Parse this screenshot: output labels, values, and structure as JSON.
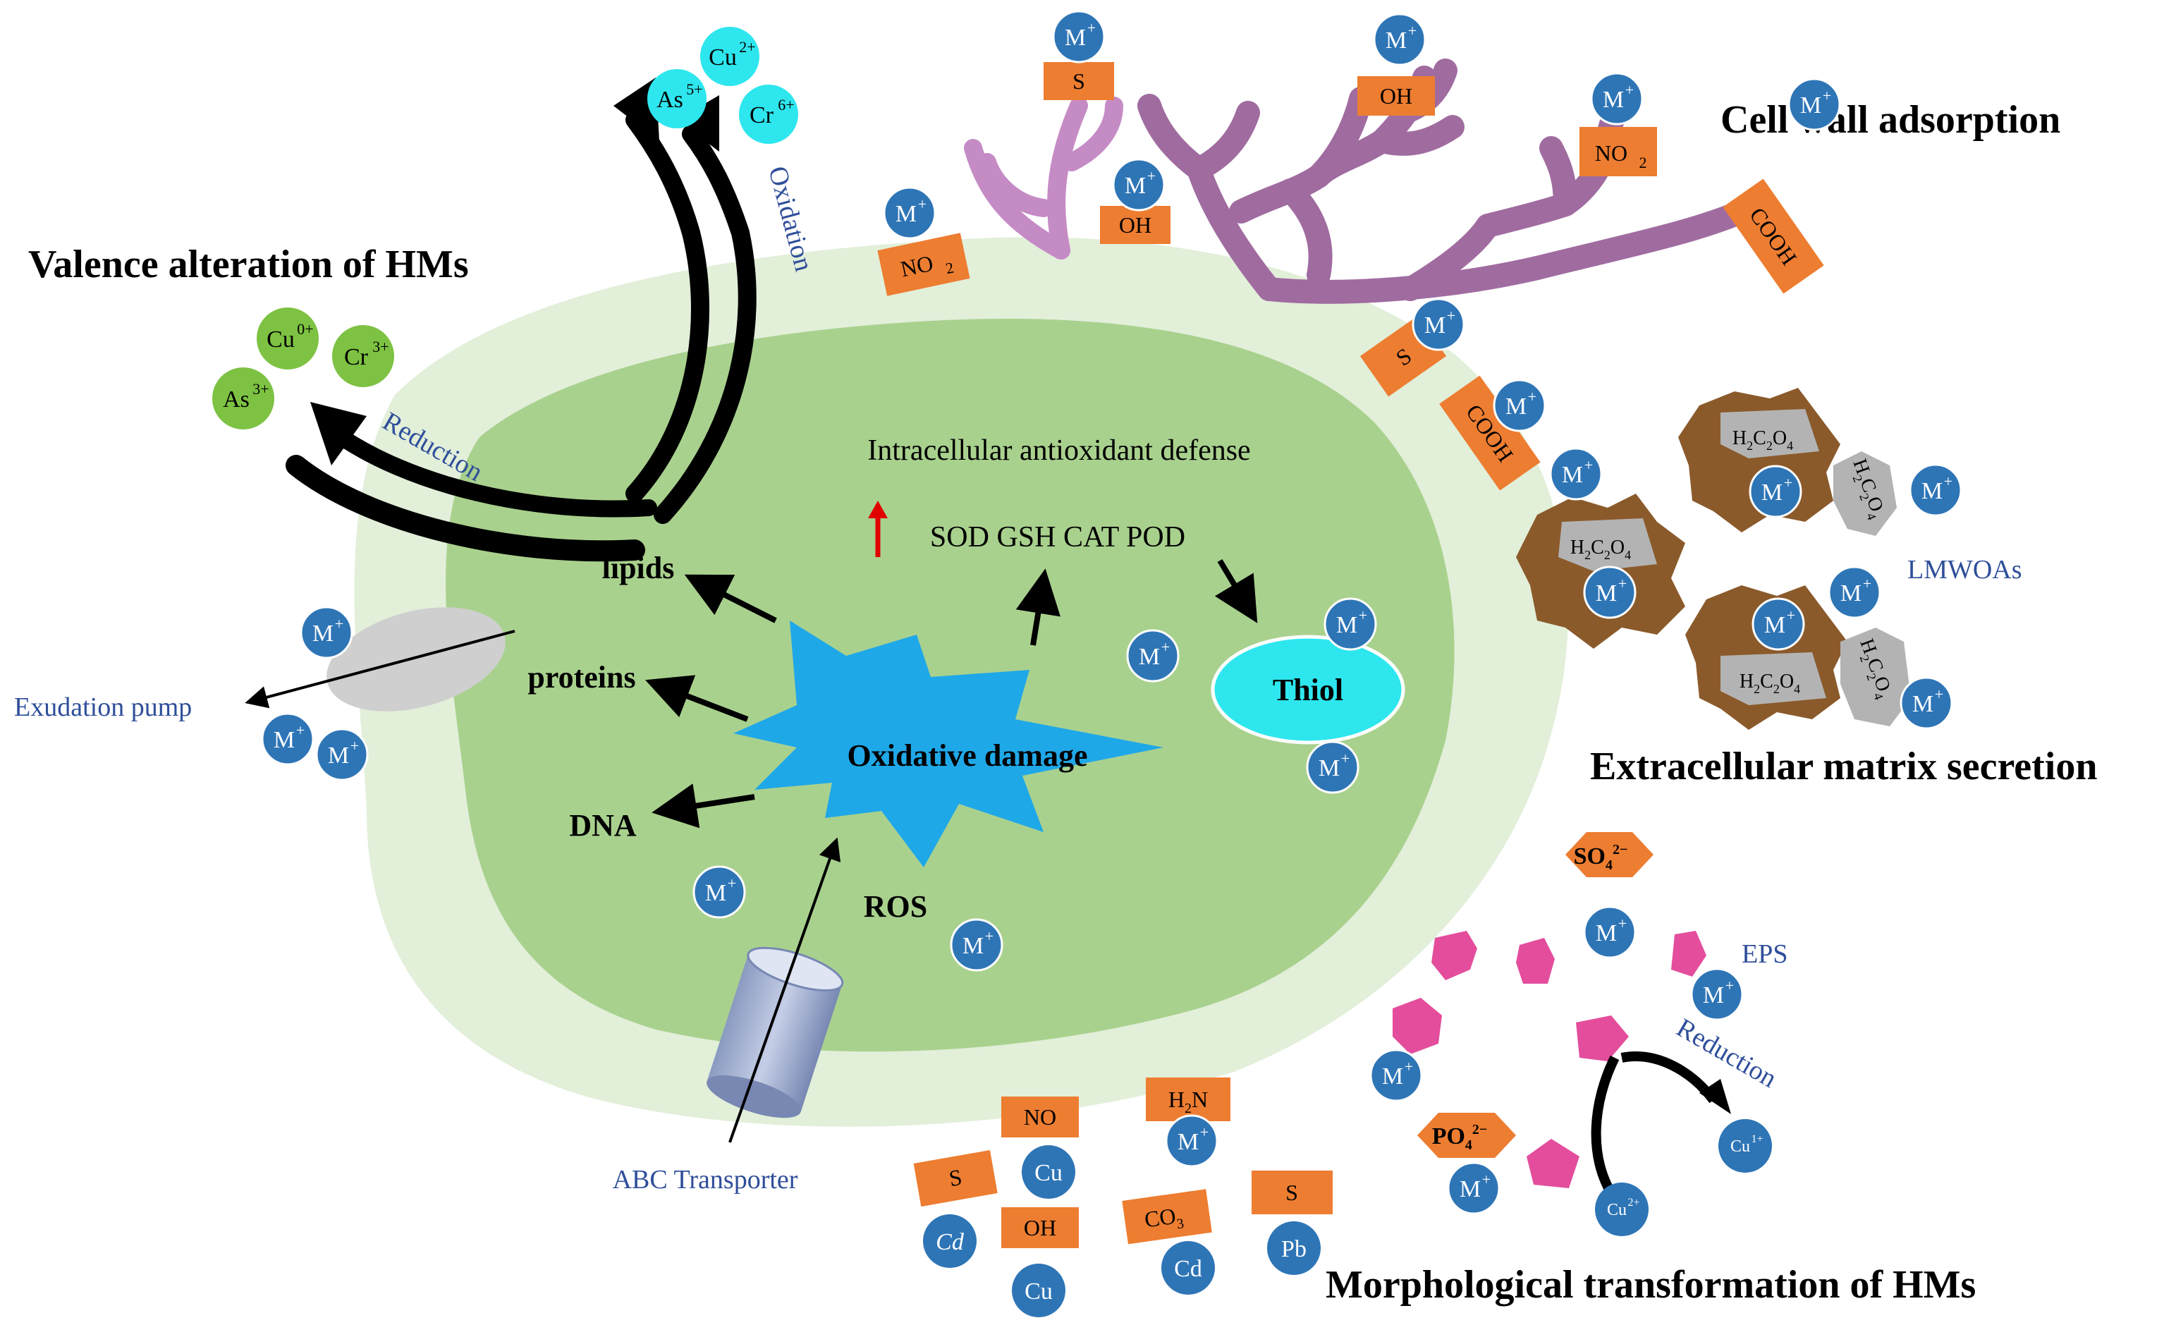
{
  "headings": {
    "valence": "Valence alteration of HMs",
    "cell_wall": "Cell wall adsorption",
    "extracellular": "Extracellular matrix secretion",
    "morphological": "Morphological transformation of HMs"
  },
  "labels": {
    "oxidation": "Oxidation",
    "reduction_left": "Reduction",
    "reduction_right": "Reduction",
    "exudation_pump": "Exudation pump",
    "abc_transporter": "ABC Transporter",
    "lmwoas": "LMWOAs",
    "eps": "EPS",
    "intracellular": "Intracellular antioxidant defense",
    "enzymes": "SOD GSH CAT POD",
    "thiol": "Thiol",
    "oxidative_damage": "Oxidative damage",
    "ros": "ROS",
    "lipids": "lipids",
    "proteins": "proteins",
    "dna": "DNA"
  },
  "ions": {
    "metal": "M",
    "metal_sup": "+",
    "as5": "As",
    "as5_sup": "5+",
    "cu2": "Cu",
    "cu2_sup": "2+",
    "cr6": "Cr",
    "cr6_sup": "6+",
    "cu0": "Cu",
    "cu0_sup": "0+",
    "cr3": "Cr",
    "cr3_sup": "3+",
    "as3": "As",
    "as3_sup": "3+",
    "cu1": "Cu",
    "cu1_sup": "1+",
    "cu2b": "Cu",
    "cu2b_sup": "2+",
    "cu": "Cu",
    "cd": "Cd",
    "pb": "Pb"
  },
  "groups": {
    "s": "S",
    "oh": "OH",
    "no2": "NO",
    "no2_sub": "2",
    "cooh": "COOH",
    "no": "NO",
    "h2n_h": "H",
    "h2n_sub": "2",
    "h2n_n": "N",
    "co3": "CO",
    "co3_sub": "3",
    "h2c2o4": [
      "H",
      "2",
      "C",
      "2",
      "O",
      "4"
    ],
    "so4": "SO",
    "so4_sub": "4",
    "so4_sup": "2−",
    "po4": "PO",
    "po4_sub": "4",
    "po4_sup": "2−"
  },
  "colors": {
    "outer_cell": "#e2efd9",
    "inner_cell": "#a9d18e",
    "metal_ion": "#2e75b6",
    "green_ion": "#7dc242",
    "cyan_ion": "#2ee6ee",
    "box": "#ed7d31",
    "cell_wall_branch": "#a06ca0",
    "eps": "#e44d9c",
    "lmwoa_blob": "#8b5a2b",
    "oxidative_star": "#1fa8e8",
    "thiol": "#2ee6ee"
  },
  "icons": {
    "up_arrow": "red-up-arrow-icon",
    "exudation_pump": "grey-ellipse-pump-icon",
    "abc_transporter": "cylinder-transporter-icon"
  }
}
